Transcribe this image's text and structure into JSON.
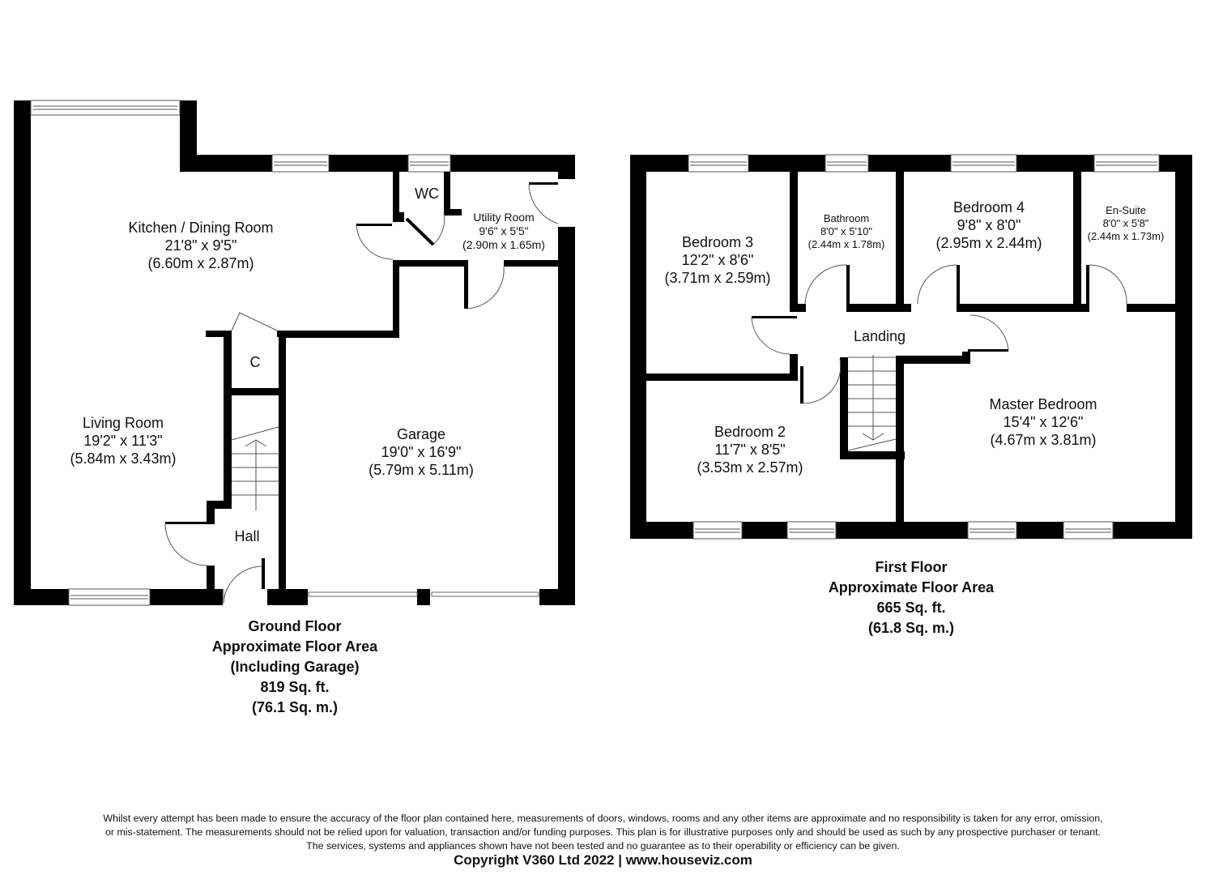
{
  "ground_floor": {
    "title": "Ground Floor",
    "area_label": "Approximate Floor Area",
    "note": "(Including Garage)",
    "area_sqft": "819 Sq. ft.",
    "area_sqm": "(76.1 Sq. m.)",
    "rooms": [
      {
        "name": "Kitchen / Dining Room",
        "imperial": "21'8\" x 9'5\"",
        "metric": "(6.60m x 2.87m)"
      },
      {
        "name": "Utility Room",
        "imperial": "9'6\" x 5'5\"",
        "metric": "(2.90m x 1.65m)"
      },
      {
        "name": "WC"
      },
      {
        "name": "C"
      },
      {
        "name": "Living Room",
        "imperial": "19'2\" x 11'3\"",
        "metric": "(5.84m x 3.43m)"
      },
      {
        "name": "Garage",
        "imperial": "19'0\" x 16'9\"",
        "metric": "(5.79m x 5.11m)"
      },
      {
        "name": "Hall"
      }
    ]
  },
  "first_floor": {
    "title": "First Floor",
    "area_label": "Approximate Floor Area",
    "area_sqft": "665 Sq. ft.",
    "area_sqm": "(61.8 Sq. m.)",
    "rooms": [
      {
        "name": "Bedroom 3",
        "imperial": "12'2\" x 8'6\"",
        "metric": "(3.71m x 2.59m)"
      },
      {
        "name": "Bathroom",
        "imperial": "8'0\" x 5'10\"",
        "metric": "(2.44m x 1.78m)"
      },
      {
        "name": "Bedroom 4",
        "imperial": "9'8\" x 8'0\"",
        "metric": "(2.95m x 2.44m)"
      },
      {
        "name": "En-Suite",
        "imperial": "8'0\" x 5'8\"",
        "metric": "(2.44m x 1.73m)"
      },
      {
        "name": "Landing"
      },
      {
        "name": "Bedroom 2",
        "imperial": "11'7\" x 8'5\"",
        "metric": "(3.53m x 2.57m)"
      },
      {
        "name": "Master Bedroom",
        "imperial": "15'4\" x 12'6\"",
        "metric": "(4.67m x 3.81m)"
      }
    ]
  },
  "disclaimer": {
    "line1": "Whilst every attempt has been made to ensure the accuracy of the floor plan contained here, measurements of doors, windows, rooms and any other items are approximate and no responsibility is taken for any error, omission,",
    "line2": "or mis-statement. The measurements should not be relied upon for valuation, transaction and/or funding purposes. This plan is for illustrative purposes only and should be used as such by any prospective purchaser or tenant.",
    "line3": "The services, systems and appliances shown have not been tested and no guarantee as to their operability or efficiency can be given."
  },
  "copyright": "Copyright V360 Ltd 2022 | www.houseviz.com",
  "colors": {
    "wall": "#000000",
    "background": "#ffffff",
    "line": "#555555"
  }
}
